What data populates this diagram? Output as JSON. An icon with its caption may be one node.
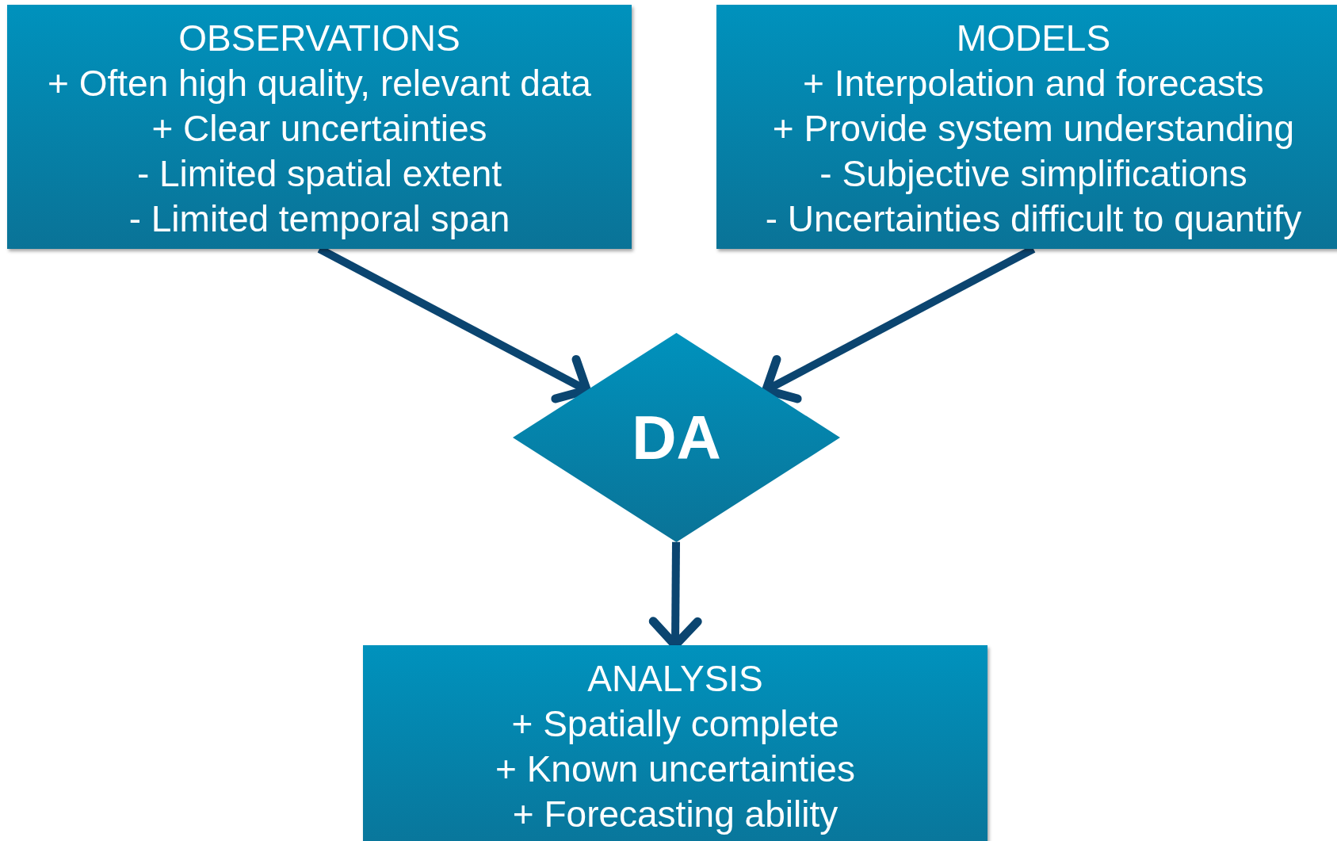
{
  "diagram": {
    "nodes": [
      {
        "text": [
          "OBSERVATIONS",
          "+ Often high quality, relevant data",
          "+ Clear uncertainties",
          "- Limited spatial extent",
          "- Limited temporal span"
        ]
      },
      {
        "text": [
          "MODELS",
          "+ Interpolation and forecasts",
          "+ Provide system understanding",
          "- Subjective simplifications",
          "- Uncertainties difficult to quantify"
        ]
      },
      {
        "text": [
          "DA"
        ]
      },
      {
        "text": [
          "ANALYSIS",
          "+ Spatially complete",
          "+ Known uncertainties",
          "+ Forecasting ability"
        ]
      }
    ],
    "edges": [
      {
        "from": 0,
        "to": 2,
        "arrow": "to"
      },
      {
        "from": 1,
        "to": 2,
        "arrow": "to"
      },
      {
        "from": 2,
        "to": 3,
        "arrow": "to"
      }
    ]
  }
}
